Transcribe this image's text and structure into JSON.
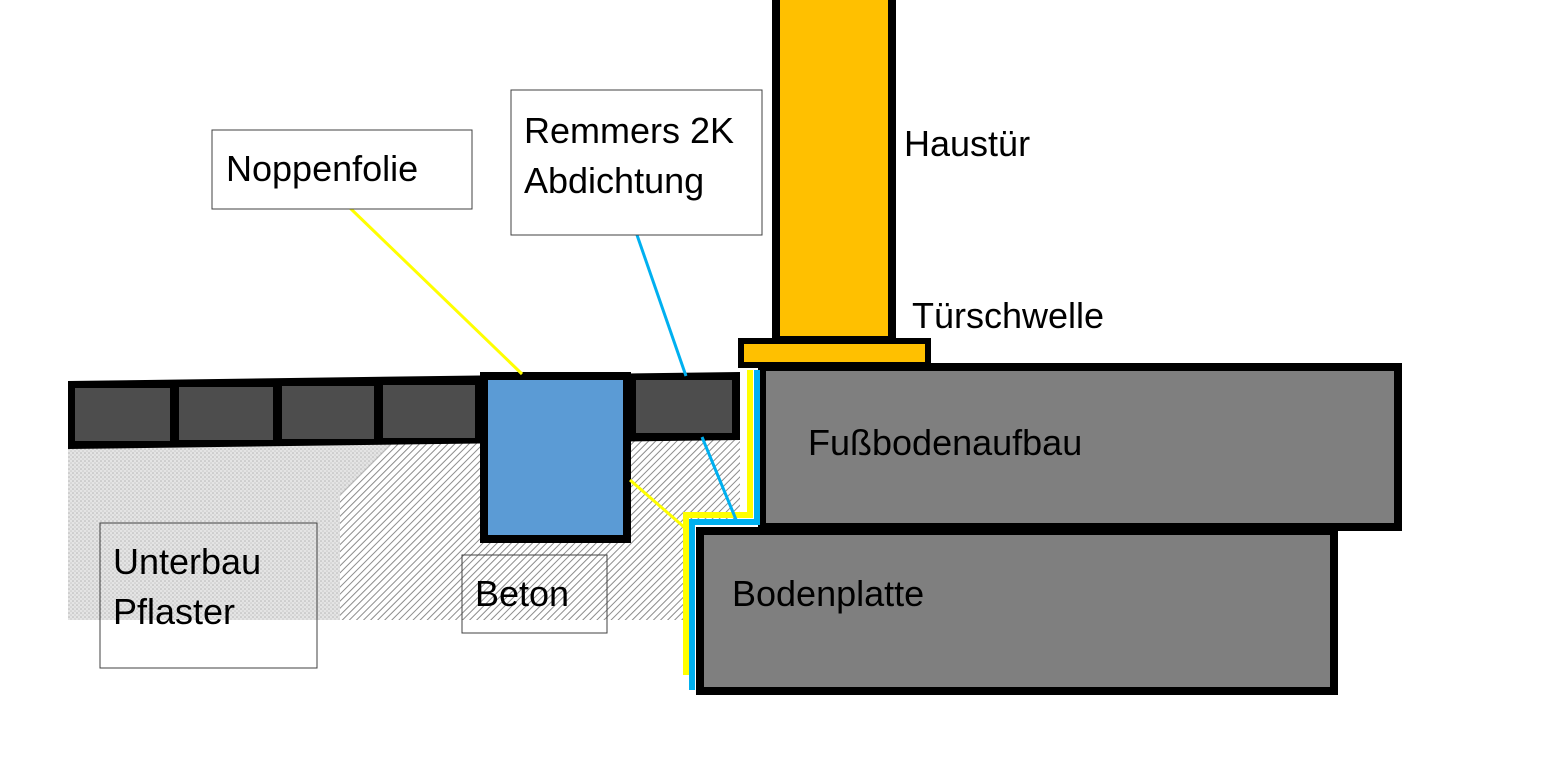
{
  "labels": {
    "haustuer": "Haustür",
    "tuerschwelle": "Türschwelle",
    "fussbodenaufbau": "Fußbodenaufbau",
    "bodenplatte": "Bodenplatte",
    "noppenfolie": "Noppenfolie",
    "remmers_line1": "Remmers 2K",
    "remmers_line2": "Abdichtung",
    "unterbau_line1": "Unterbau",
    "unterbau_line2": "Pflaster",
    "beton": "Beton"
  },
  "colors": {
    "door": "#FFC000",
    "gutter": "#5B9BD5",
    "paver": "#4D4D4D",
    "slab": "#7F7F7F",
    "noppenfolie_line": "#FFFF00",
    "abdichtung_line": "#00B0F0",
    "unterbau_fill": "#D9D9D9",
    "beton_hatch": "#8C8C8C",
    "outline": "#000000"
  }
}
